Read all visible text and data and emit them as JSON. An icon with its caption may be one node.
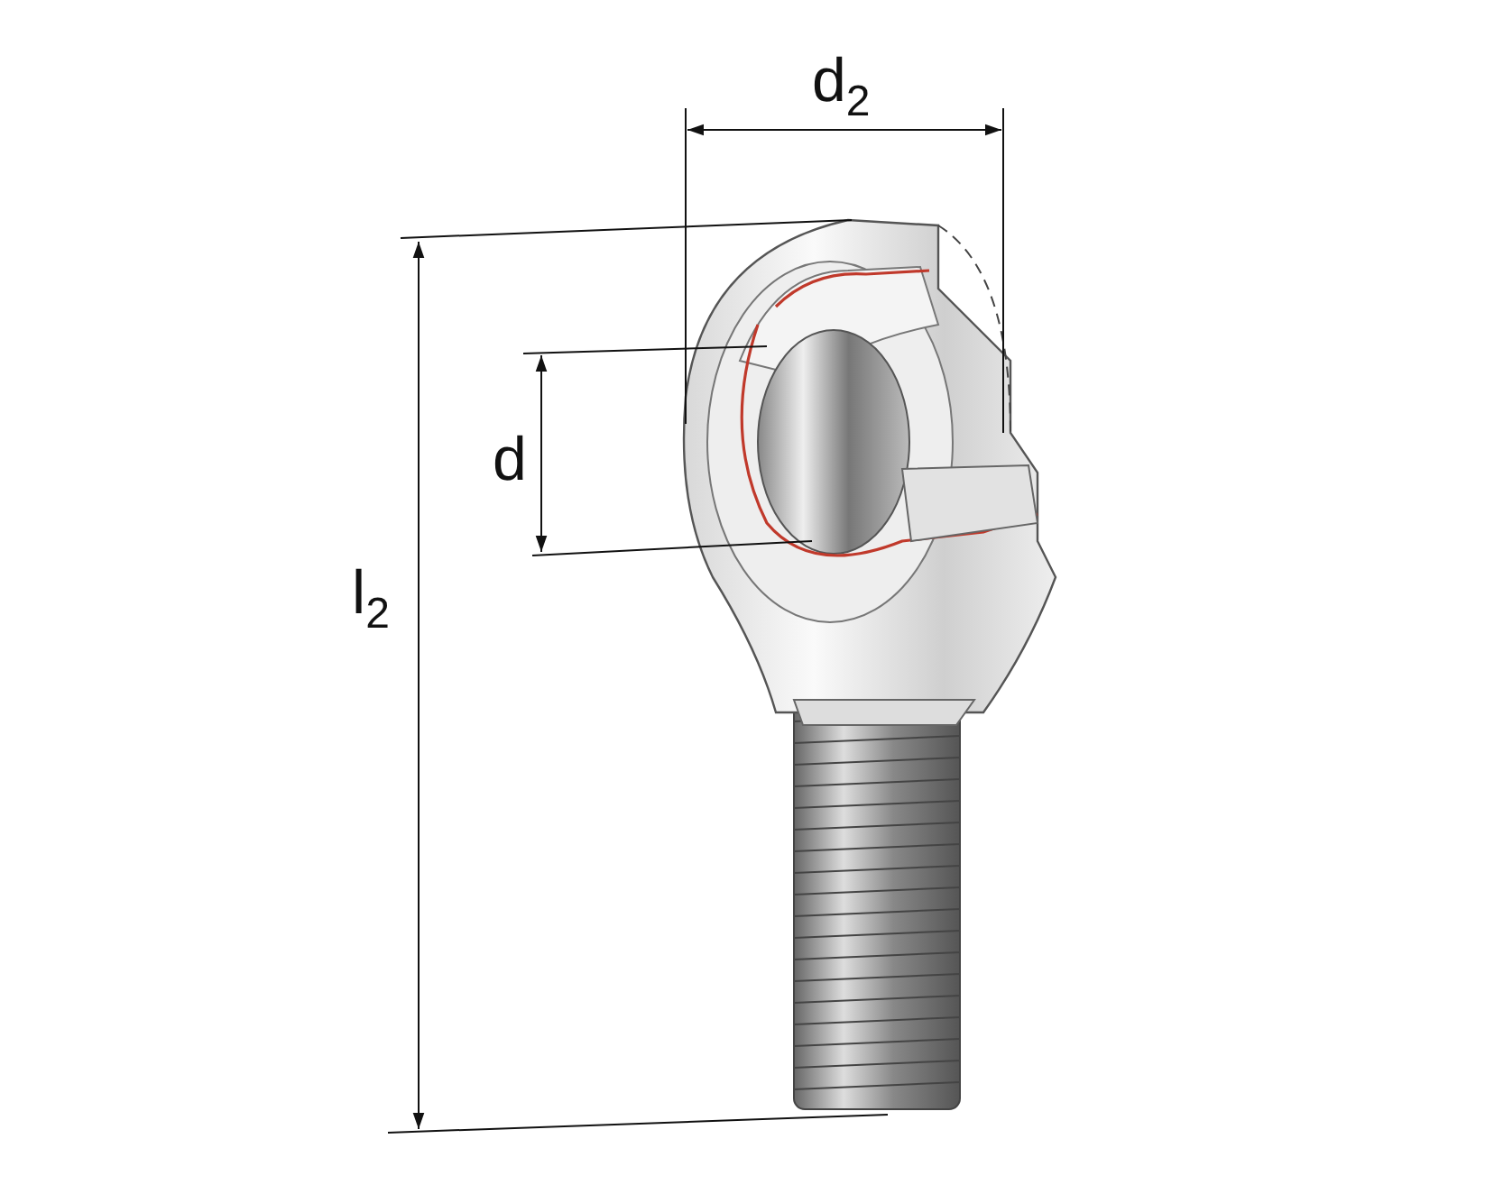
{
  "diagram": {
    "labels": [
      "d$_{2}$",
      "d",
      "l$_{2}$"
    ]
  }
}
